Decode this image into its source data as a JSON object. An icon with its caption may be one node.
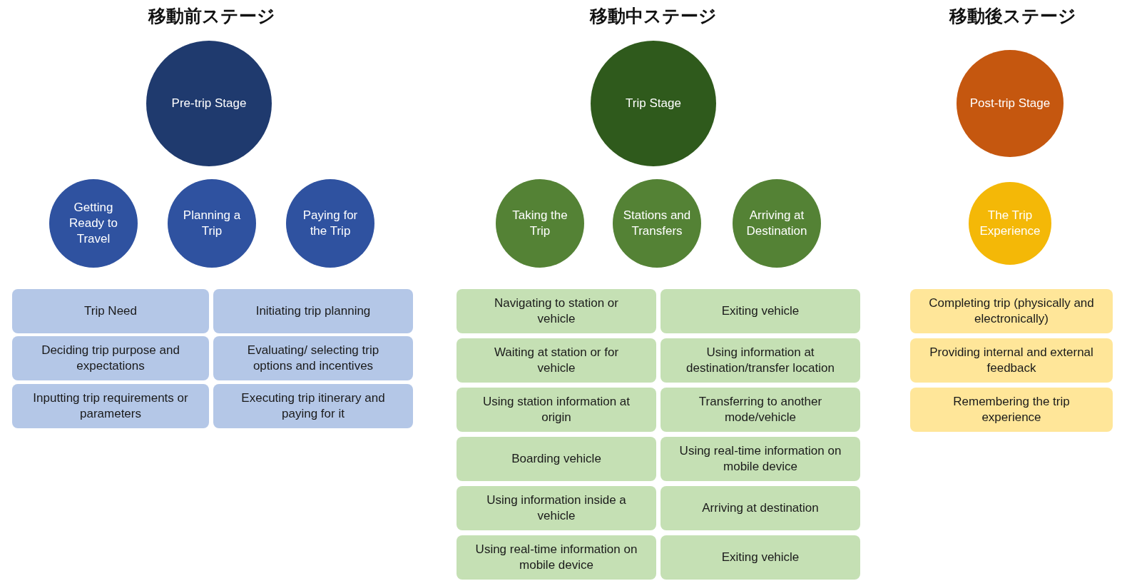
{
  "diagram": {
    "nodes": [
      {
        "text": [
          "Pre-trip Stage"
        ]
      },
      {
        "text": [
          "Getting Ready to Travel"
        ]
      },
      {
        "text": [
          "Planning a Trip"
        ]
      },
      {
        "text": [
          "Paying for the Trip"
        ]
      },
      {
        "text": [
          "Trip Need"
        ]
      },
      {
        "text": [
          "Initiating trip planning"
        ]
      },
      {
        "text": [
          "Deciding trip purpose and expectations"
        ]
      },
      {
        "text": [
          "Evaluating/ selecting trip options and incentives"
        ]
      },
      {
        "text": [
          "Inputting trip requirements or parameters"
        ]
      },
      {
        "text": [
          "Executing trip itinerary and paying for it"
        ]
      },
      {
        "text": [
          "Trip Stage"
        ]
      },
      {
        "text": [
          "Taking the Trip"
        ]
      },
      {
        "text": [
          "Stations and Transfers"
        ]
      },
      {
        "text": [
          "Arriving at Destination"
        ]
      },
      {
        "text": [
          "Navigating to station or vehicle"
        ]
      },
      {
        "text": [
          "Exiting vehicle"
        ]
      },
      {
        "text": [
          "Waiting at station or for vehicle"
        ]
      },
      {
        "text": [
          "Using information at destination/transfer location"
        ]
      },
      {
        "text": [
          "Using station information at origin"
        ]
      },
      {
        "text": [
          "Transferring to another mode/vehicle"
        ]
      },
      {
        "text": [
          "Boarding vehicle"
        ]
      },
      {
        "text": [
          "Using real-time information on mobile device"
        ]
      },
      {
        "text": [
          "Using information inside a vehicle"
        ]
      },
      {
        "text": [
          "Arriving at destination"
        ]
      },
      {
        "text": [
          "Using real-time information on mobile device"
        ]
      },
      {
        "text": [
          "Exiting vehicle"
        ]
      },
      {
        "text": [
          "Post-trip Stage"
        ]
      },
      {
        "text": [
          "The Trip Experience"
        ]
      },
      {
        "text": [
          "Completing trip (physically and electronically)"
        ]
      },
      {
        "text": [
          "Providing internal and external feedback"
        ]
      },
      {
        "text": [
          "Remembering the trip experience"
        ]
      }
    ],
    "labels": [
      "移動前ステージ",
      "移動中ステージ",
      "移動後ステージ"
    ]
  }
}
